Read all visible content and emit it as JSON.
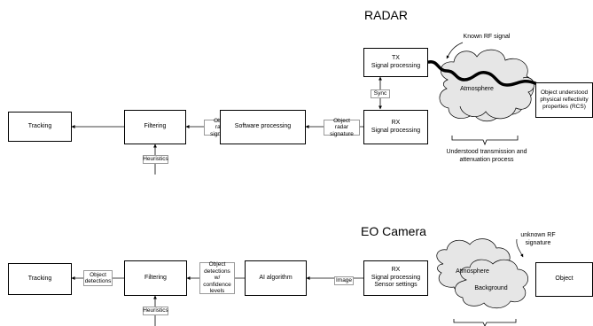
{
  "radar": {
    "title": "RADAR",
    "tracking": "Tracking",
    "filtering": "Filtering",
    "heuristics": "Heuristics",
    "filter_label": [
      "Object radar",
      "signature"
    ],
    "software_processing": "Software processing",
    "sw_label": [
      "Object radar",
      "signature"
    ],
    "rx": [
      "RX",
      "Signal processing"
    ],
    "tx": [
      "TX",
      "Signal processing"
    ],
    "sync": "Sync",
    "known_rf": "Known RF signal",
    "atmosphere": "Atmosphere",
    "object": [
      "Object understood",
      "physical reflectivity",
      "properties (RCS)"
    ],
    "transmission": [
      "Understood transmission and",
      "attenuation process"
    ]
  },
  "eo": {
    "title": "EO Camera",
    "tracking": "Tracking",
    "tracking_label": [
      "Object",
      "detections"
    ],
    "filtering": "Filtering",
    "heuristics": "Heuristics",
    "filter_label": [
      "Object",
      "detections",
      "w/ confidence",
      "levels"
    ],
    "ai_algorithm": "AI algorithm",
    "image_label": "Image",
    "rx": [
      "RX",
      "Signal processing",
      "Sensor settings"
    ],
    "unknown_rf": [
      "unknown RF",
      "signature"
    ],
    "atmosphere": "Atmosphere",
    "background": "Background",
    "object": "Object"
  }
}
